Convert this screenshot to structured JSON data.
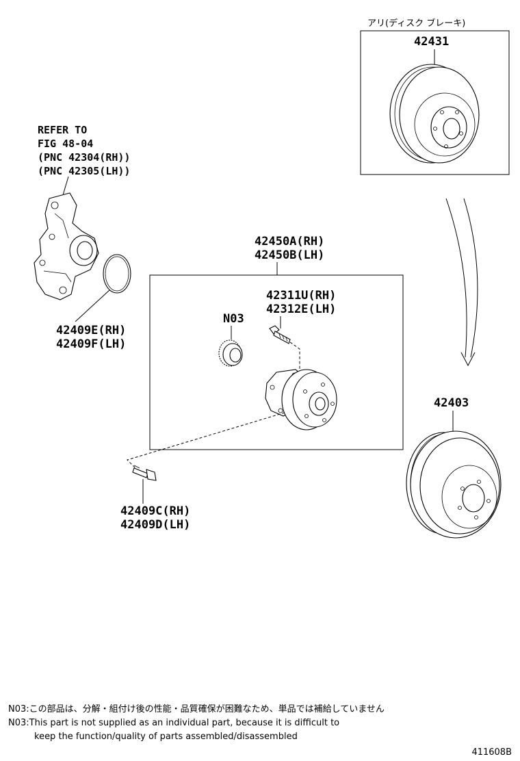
{
  "disc_box": {
    "header": "アリ(ディスク ブレーキ)",
    "part_number": "42431"
  },
  "refer": {
    "line1": "REFER TO",
    "line2": "FIG 48-04",
    "line3": "(PNC 42304(RH))",
    "line4": "(PNC 42305(LH))"
  },
  "o_ring": {
    "line1": "42409E(RH)",
    "line2": "42409F(LH)"
  },
  "hub_assembly": {
    "line1": "42450A(RH)",
    "line2": "42450B(LH)"
  },
  "hub_bolt": {
    "line1": "42311U(RH)",
    "line2": "42312E(LH)"
  },
  "sensor_rotor": {
    "label": "N03"
  },
  "mount_bolt": {
    "line1": "42409C(RH)",
    "line2": "42409D(LH)"
  },
  "drum": {
    "part_number": "42403"
  },
  "notes": {
    "line1": "N03:この部品は、分解・組付け後の性能・品質確保が困難なため、単品では補給していません",
    "line2": "N03:This part is not supplied as an individual part, because it is difficult to",
    "line3": "keep the function/quality of parts assembled/disassembled"
  },
  "figure_id": "411608B"
}
